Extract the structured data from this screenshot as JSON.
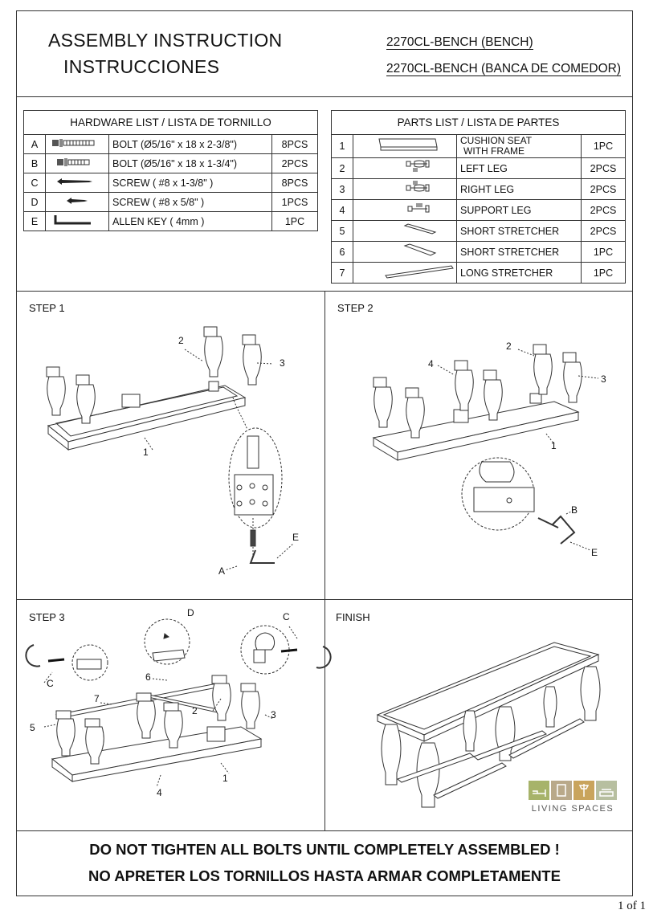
{
  "header": {
    "title_en": "ASSEMBLY INSTRUCTION",
    "title_es": "INSTRUCCIONES",
    "model_en": "2270CL-BENCH  (BENCH)",
    "model_es": "2270CL-BENCH  (BANCA DE COMEDOR)"
  },
  "hardware": {
    "heading": "HARDWARE LIST / LISTA DE TORNILLO",
    "rows": [
      {
        "id": "A",
        "desc": "BOLT (Ø5/16\" x 18 x 2-3/8\")",
        "qty": "8PCS"
      },
      {
        "id": "B",
        "desc": "BOLT (Ø5/16\" x 18 x 1-3/4\")",
        "qty": "2PCS"
      },
      {
        "id": "C",
        "desc": "SCREW ( #8 x 1-3/8\" )",
        "qty": "8PCS"
      },
      {
        "id": "D",
        "desc": "SCREW ( #8 x 5/8\" )",
        "qty": "1PCS"
      },
      {
        "id": "E",
        "desc": "ALLEN KEY ( 4mm )",
        "qty": "1PC"
      }
    ]
  },
  "parts": {
    "heading": "PARTS LIST / LISTA DE PARTES",
    "rows": [
      {
        "id": "1",
        "desc": "CUSHION SEAT",
        "desc2": "WITH FRAME",
        "qty": "1PC"
      },
      {
        "id": "2",
        "desc": "LEFT LEG",
        "qty": "2PCS"
      },
      {
        "id": "3",
        "desc": "RIGHT LEG",
        "qty": "2PCS"
      },
      {
        "id": "4",
        "desc": "SUPPORT LEG",
        "qty": "2PCS"
      },
      {
        "id": "5",
        "desc": "SHORT STRETCHER",
        "qty": "2PCS"
      },
      {
        "id": "6",
        "desc": "SHORT STRETCHER",
        "qty": "1PC"
      },
      {
        "id": "7",
        "desc": "LONG STRETCHER",
        "qty": "1PC"
      }
    ]
  },
  "steps": {
    "step1": "STEP 1",
    "step2": "STEP 2",
    "step3": "STEP 3",
    "finish": "FINISH"
  },
  "callouts": {
    "n1": "1",
    "n2": "2",
    "n3": "3",
    "n4": "4",
    "n5": "5",
    "n6": "6",
    "n7": "7",
    "A": "A",
    "B": "B",
    "C": "C",
    "D": "D",
    "E": "E"
  },
  "logo": {
    "text": "LIVING SPACES",
    "colors": [
      "#a7b36a",
      "#b9a98a",
      "#c9a45c",
      "#b7bfa0"
    ]
  },
  "warning": {
    "en": "DO NOT TIGHTEN ALL BOLTS UNTIL COMPLETELY ASSEMBLED !",
    "es": "NO APRETER LOS TORNILLOS HASTA ARMAR COMPLETAMENTE"
  },
  "page": "1 of 1"
}
